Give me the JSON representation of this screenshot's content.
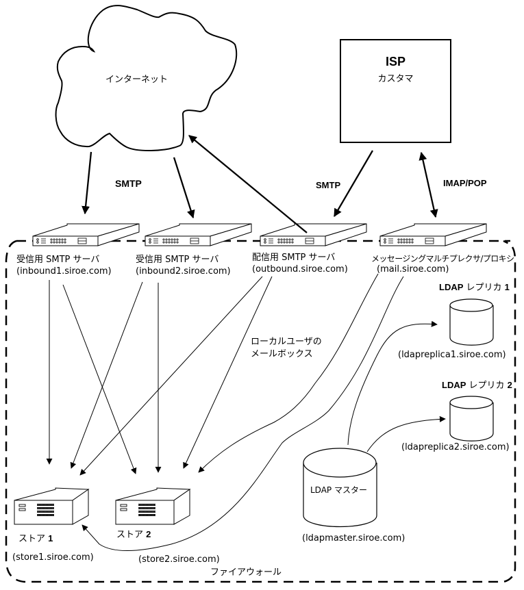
{
  "internet": {
    "label": "インターネット"
  },
  "isp": {
    "title": "ISP",
    "subtitle": "カスタマ"
  },
  "protocols": {
    "smtp_inbound": "SMTP",
    "smtp_isp": "SMTP",
    "imap_pop": "IMAP/POP"
  },
  "servers": [
    {
      "id": "inbound1",
      "role": "受信用 SMTP サーバ",
      "host": "(inbound1.siroe.com)"
    },
    {
      "id": "inbound2",
      "role": "受信用 SMTP サーバ",
      "host": "(inbound2.siroe.com)"
    },
    {
      "id": "outbound",
      "role": "配信用 SMTP サーバ",
      "host": "(outbound.siroe.com)"
    },
    {
      "id": "mmp",
      "role": "メッセージングマルチプレクサ/プロキシ",
      "host": "(mail.siroe.com)"
    }
  ],
  "stores": [
    {
      "id": "store1",
      "name_prefix": "ストア ",
      "name_num": "1",
      "host": "(store1.siroe.com)"
    },
    {
      "id": "store2",
      "name_prefix": "ストア ",
      "name_num": "2",
      "host": "(store2.siroe.com)"
    }
  ],
  "ldap": {
    "master": {
      "label": "LDAP マスター",
      "host": "(ldapmaster.siroe.com)"
    },
    "replicas": [
      {
        "title_prefix": "LDAP",
        "title_mid": " レプリカ ",
        "title_num": "1",
        "host": "(ldapreplica1.siroe.com)"
      },
      {
        "title_prefix": "LDAP",
        "title_mid": " レプリカ ",
        "title_num": "2",
        "host": "(ldapreplica2.siroe.com)"
      }
    ]
  },
  "annotations": {
    "local_mailbox_line1": "ローカルユーザの",
    "local_mailbox_line2": "メールボックス"
  },
  "firewall": {
    "label": "ファイアウォール"
  }
}
